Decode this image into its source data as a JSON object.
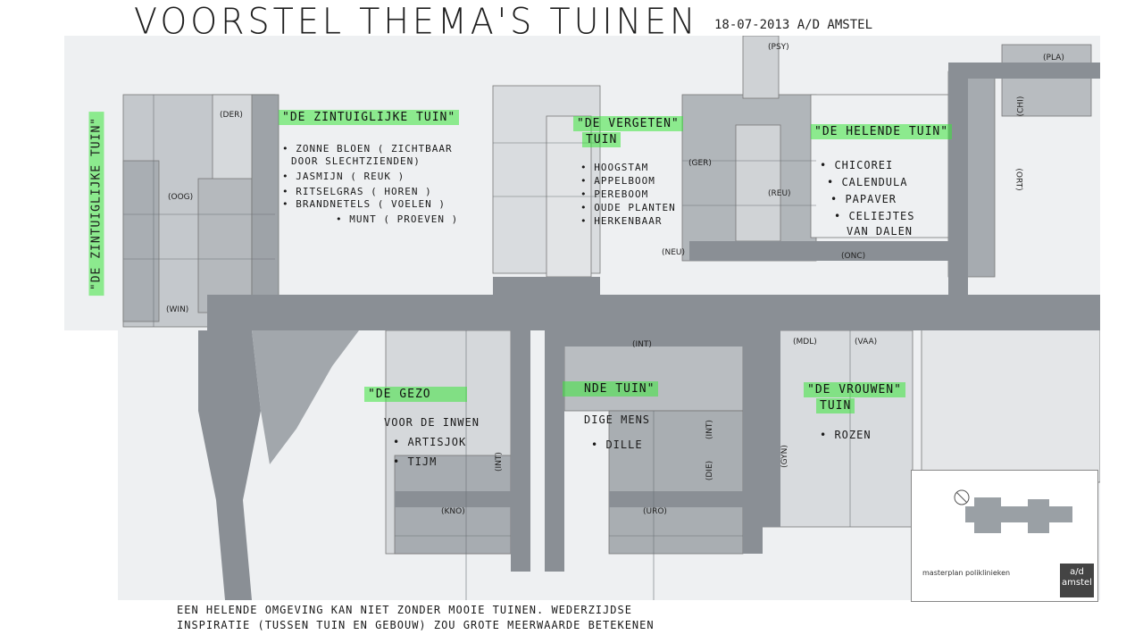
{
  "title": "VOORSTEL THEMA'S TUINEN",
  "date_note": "18-07-2013 A/D AMSTEL",
  "vertical_title": "\"DE ZINTUIGLIJKE TUIN\"",
  "room_labels": {
    "psy": "(PSY)",
    "pla": "(PLA)",
    "der": "(DER)",
    "chi": "(CHI)",
    "oog": "(OOG)",
    "ger": "(GER)",
    "reu": "(REU)",
    "ort": "(ORT)",
    "neu": "(NEU)",
    "onc": "(ONC)",
    "win": "(WIN)",
    "int_h": "(INT)",
    "mdl": "(MDL)",
    "vaa": "(VAA)",
    "int_v1": "(INT)",
    "int_v2": "(INT)",
    "die": "(DIE)",
    "gyn": "(GYN)",
    "kno": "(KNO)",
    "uro": "(URO)"
  },
  "themes": {
    "zintuig": {
      "title": "\"DE ZINTUIGLIJKE TUIN\"",
      "plants": [
        "• ZONNE BLOEN ( ZICHTBAAR",
        "DOOR SLECHTZIENDEN)",
        "• JASMIJN ( REUK )",
        "• RITSELGRAS ( HOREN )",
        "• BRANDNETELS ( VOELEN )",
        "• MUNT ( PROEVEN )"
      ]
    },
    "vergeten": {
      "title_l1": "\"DE VERGETEN\"",
      "title_l2": "TUIN",
      "plants": [
        "• HOOGSTAM",
        "• APPELBOOM",
        "• PEREBOOM",
        "• OUDE PLANTEN",
        "• HERKENBAAR"
      ]
    },
    "helende": {
      "title": "\"DE HELENDE TUIN\"",
      "plants": [
        "• CHICOREI",
        "• CALENDULA",
        "• PAPAVER",
        "• CELIEJTES",
        "VAN DALEN"
      ]
    },
    "gezonde": {
      "title_a": "\"DE GEZO",
      "title_b": "NDE TUIN\"",
      "plants_left": [
        "VOOR DE INWEN",
        "• ARTISJOK",
        "• TIJM"
      ],
      "plants_right": [
        "DIGE MENS",
        "• DILLE"
      ]
    },
    "vrouwen": {
      "title_l1": "\"DE VROUWEN\"",
      "title_l2": "TUIN",
      "plants": [
        "• ROZEN"
      ]
    }
  },
  "title_block": {
    "name": "masterplan poliklinieken",
    "logo": "a/d amstel"
  },
  "footer": {
    "line1": "EEN HELENDE OMGEVING KAN NIET ZONDER MOOIE TUINEN. WEDERZIJDSE",
    "line2": "INSPIRATIE (TUSSEN TUIN EN GEBOUW) ZOU GROTE MEERWAARDE BETEKENEN"
  },
  "colors": {
    "highlight": "#3ce63c",
    "corridor": "#8a8f95",
    "block": "#b8bcc0",
    "background": "#eef0f2"
  }
}
